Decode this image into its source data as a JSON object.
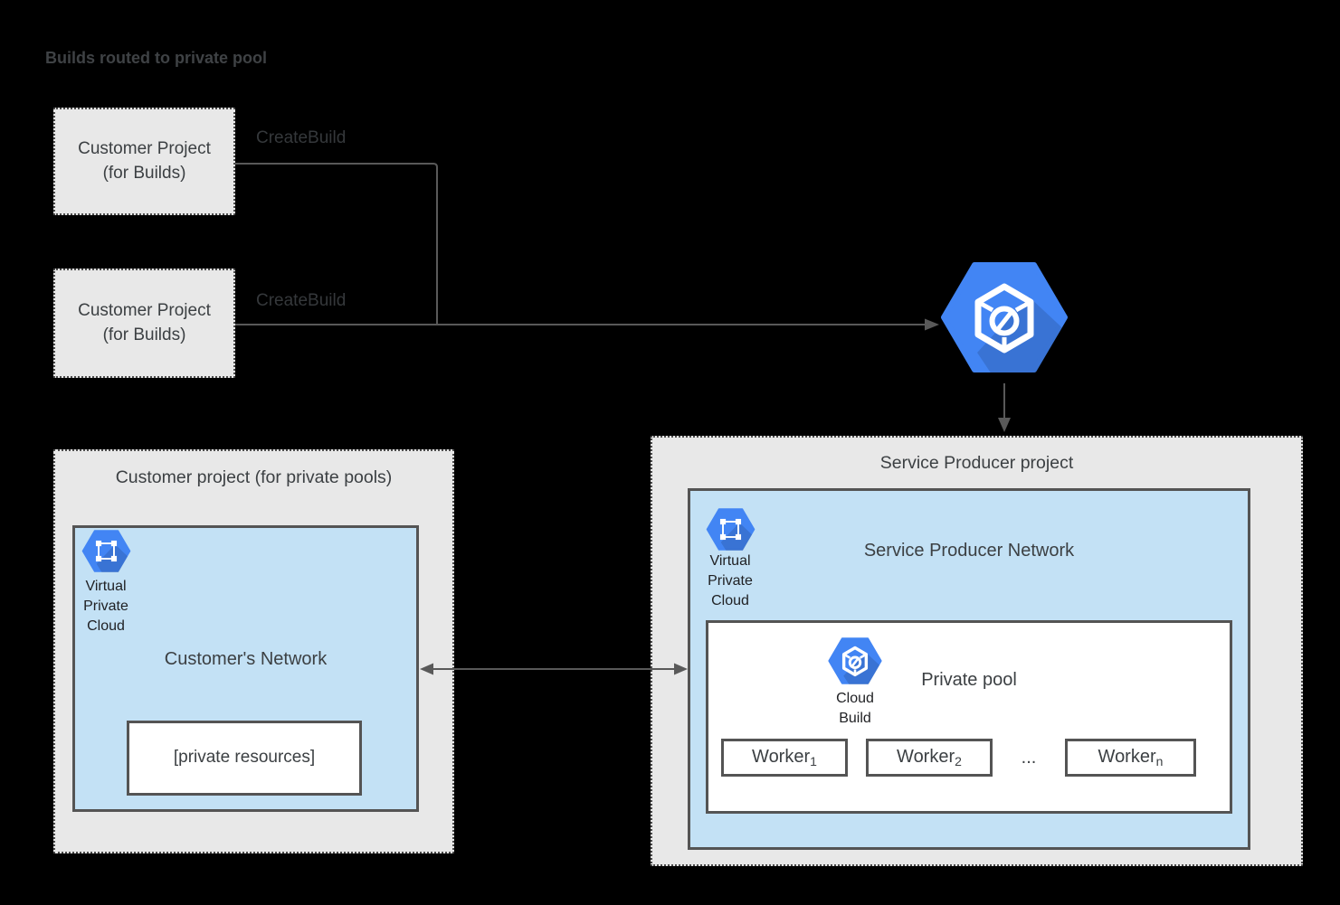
{
  "title": "Builds routed to private pool",
  "colors": {
    "google_blue": "#4285f4",
    "network_blue": "#c3e1f5",
    "project_gray": "#e8e8e8",
    "line_gray": "#595959",
    "text_dark": "#3c4043"
  },
  "icons": {
    "cloud_build": "cloud-build-icon",
    "virtual_private_cloud": "vpc-icon"
  },
  "flow": {
    "build_project_1": {
      "text": "Customer Project\n(for Builds)"
    },
    "build_project_2": {
      "text": "Customer Project\n(for Builds)"
    },
    "create_build_label_1": "CreateBuild",
    "create_build_label_2": "CreateBuild"
  },
  "customer_project": {
    "title": "Customer project (for private pools)",
    "network": {
      "vpc_icon_label": "Virtual\nPrivate\nCloud",
      "name": "Customer's Network",
      "private_resources_label": "[private resources]"
    }
  },
  "service_producer_project": {
    "title": "Service Producer project",
    "network": {
      "vpc_icon_label": "Virtual\nPrivate\nCloud",
      "name": "Service Producer Network",
      "private_pool": {
        "name": "Private pool",
        "cloud_build_icon_label": "Cloud\nBuild",
        "workers": [
          {
            "base": "Worker",
            "sub": "1"
          },
          {
            "base": "Worker",
            "sub": "2"
          },
          {
            "base": "Worker",
            "sub": "n"
          }
        ],
        "ellipsis": "..."
      }
    }
  }
}
